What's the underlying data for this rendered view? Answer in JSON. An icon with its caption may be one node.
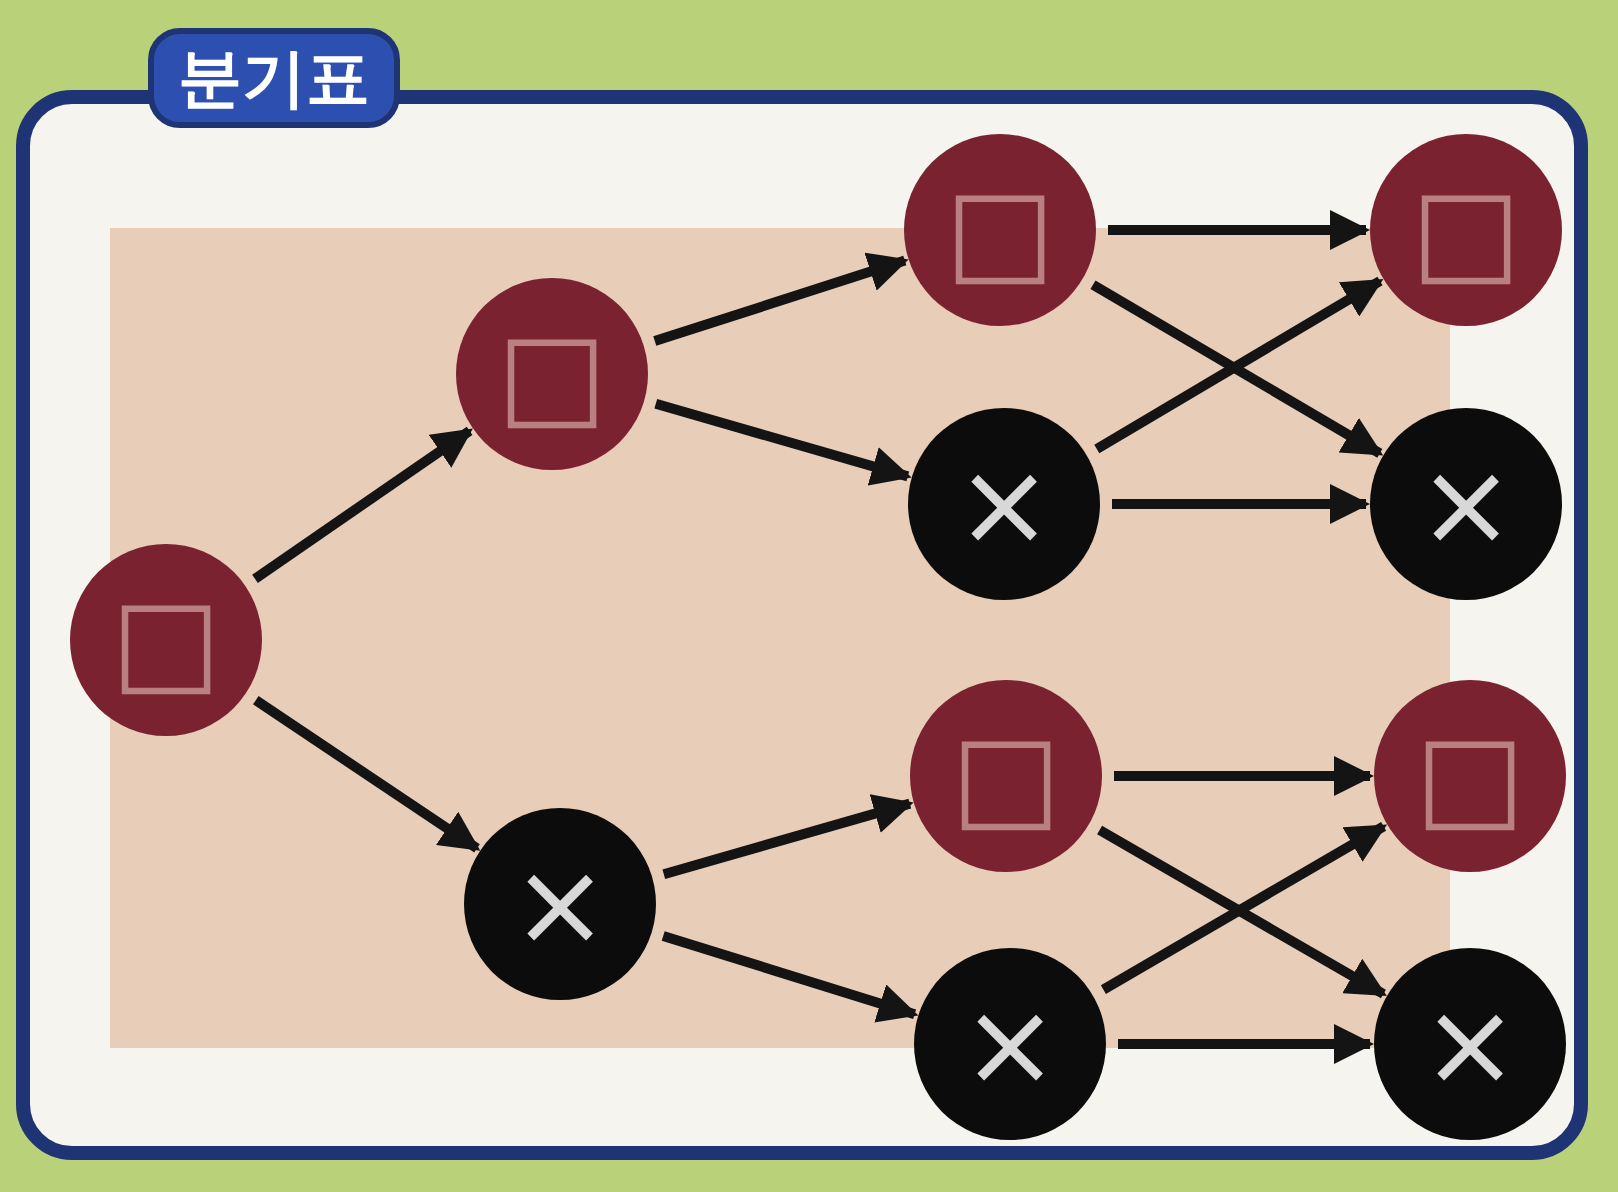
{
  "diagram": {
    "nodes": [
      {
        "text": [
          "분기표"
        ]
      },
      {
        "text": [
          "□"
        ],
        "in": 0
      },
      {
        "text": [
          "□"
        ],
        "in": 0
      },
      {
        "text": [
          "×"
        ],
        "in": 0
      },
      {
        "text": [
          "□"
        ],
        "in": 0
      },
      {
        "text": [
          "×"
        ],
        "in": 0
      },
      {
        "text": [
          "□"
        ],
        "in": 0
      },
      {
        "text": [
          "×"
        ],
        "in": 0
      },
      {
        "text": [
          "□"
        ],
        "in": 0
      },
      {
        "text": [
          "×"
        ],
        "in": 0
      },
      {
        "text": [
          "□"
        ],
        "in": 0
      },
      {
        "text": [
          "×"
        ],
        "in": 0
      }
    ],
    "edges": [
      {
        "from": 1,
        "to": 2,
        "arrow": "to"
      },
      {
        "from": 1,
        "to": 3,
        "arrow": "to"
      },
      {
        "from": 2,
        "to": 4,
        "arrow": "to"
      },
      {
        "from": 2,
        "to": 5,
        "arrow": "to"
      },
      {
        "from": 3,
        "to": 6,
        "arrow": "to"
      },
      {
        "from": 3,
        "to": 7,
        "arrow": "to"
      },
      {
        "from": 4,
        "to": 8,
        "arrow": "to"
      },
      {
        "from": 4,
        "to": 9,
        "arrow": "to"
      },
      {
        "from": 5,
        "to": 8,
        "arrow": "to"
      },
      {
        "from": 5,
        "to": 9,
        "arrow": "to"
      },
      {
        "from": 6,
        "to": 10,
        "arrow": "to"
      },
      {
        "from": 6,
        "to": 11,
        "arrow": "to"
      },
      {
        "from": 7,
        "to": 10,
        "arrow": "to"
      },
      {
        "from": 7,
        "to": 11,
        "arrow": "to"
      }
    ]
  }
}
